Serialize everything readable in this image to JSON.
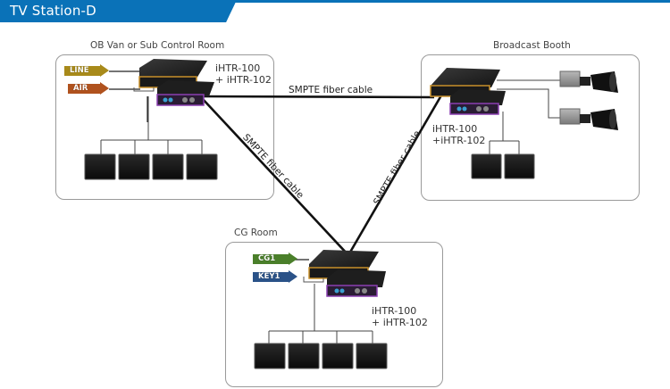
{
  "header": {
    "title": "TV Station-D",
    "color": "#0a72b8"
  },
  "rooms": {
    "ob_van": {
      "label": "OB Van or Sub Control Room",
      "device_label": "iHTR-100\n+ iHTR-102",
      "inputs": [
        {
          "label": "LINE",
          "color": "#a88a1a"
        },
        {
          "label": "AIR",
          "color": "#b0521e"
        }
      ],
      "monitor_count": 4
    },
    "booth": {
      "label": "Broadcast Booth",
      "device_label": "iHTR-100\n+iHTR-102",
      "camera_count": 2,
      "monitor_count": 2
    },
    "cg_room": {
      "label": "CG Room",
      "device_label": "iHTR-100\n+ iHTR-102",
      "inputs": [
        {
          "label": "CG1",
          "color": "#4a7f2a"
        },
        {
          "label": "KEY1",
          "color": "#2a5288"
        }
      ],
      "monitor_count": 4
    }
  },
  "cables": {
    "ob_to_booth": "SMPTE fiber cable",
    "ob_to_cg": "SMPTE fiber cable",
    "booth_to_cg": "SMPTE fiber cable"
  }
}
